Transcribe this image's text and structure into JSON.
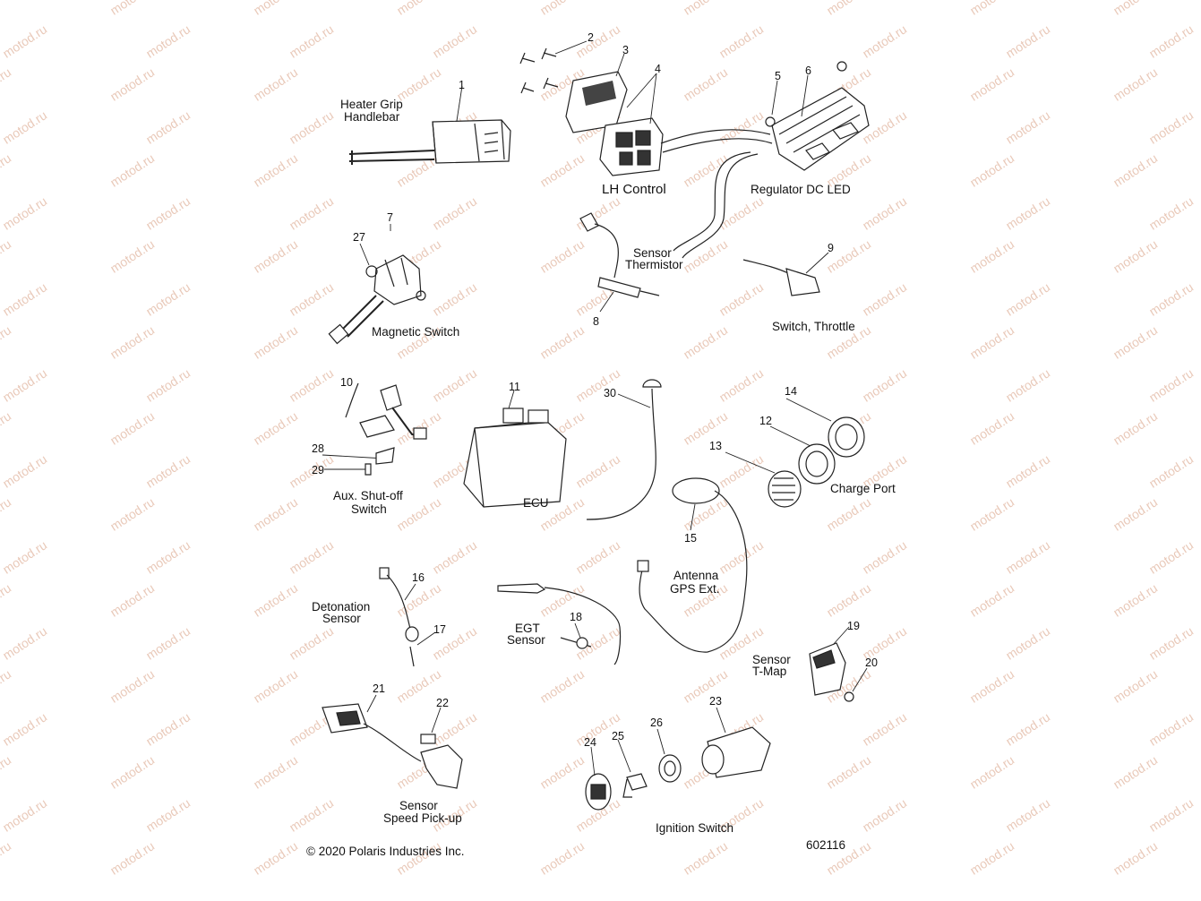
{
  "labels": {
    "heater_grip": "Heater Grip",
    "handlebar": "Handlebar",
    "lh_control": "LH Control",
    "regulator": "Regulator DC LED",
    "sensor_thermistor_1": "Sensor",
    "sensor_thermistor_2": "Thermistor",
    "magnetic_switch": "Magnetic Switch",
    "switch_throttle": "Switch, Throttle",
    "aux_1": "Aux. Shut-off",
    "aux_2": "Switch",
    "ecu": "ECU",
    "charge_port": "Charge Port",
    "antenna_1": "Antenna",
    "antenna_2": "GPS Ext.",
    "detonation_1": "Detonation",
    "detonation_2": "Sensor",
    "egt_1": "EGT",
    "egt_2": "Sensor",
    "tmap_1": "Sensor",
    "tmap_2": "T-Map",
    "speed_1": "Sensor",
    "speed_2": "Speed Pick-up",
    "ignition": "Ignition Switch"
  },
  "callouts": [
    "1",
    "2",
    "3",
    "4",
    "5",
    "6",
    "7",
    "8",
    "9",
    "10",
    "11",
    "12",
    "13",
    "14",
    "15",
    "16",
    "17",
    "18",
    "19",
    "20",
    "21",
    "22",
    "23",
    "24",
    "25",
    "26",
    "27",
    "28",
    "29",
    "30"
  ],
  "copyright": "© 2020 Polaris Industries Inc.",
  "figure_number": "602116",
  "watermark": "motod.ru"
}
